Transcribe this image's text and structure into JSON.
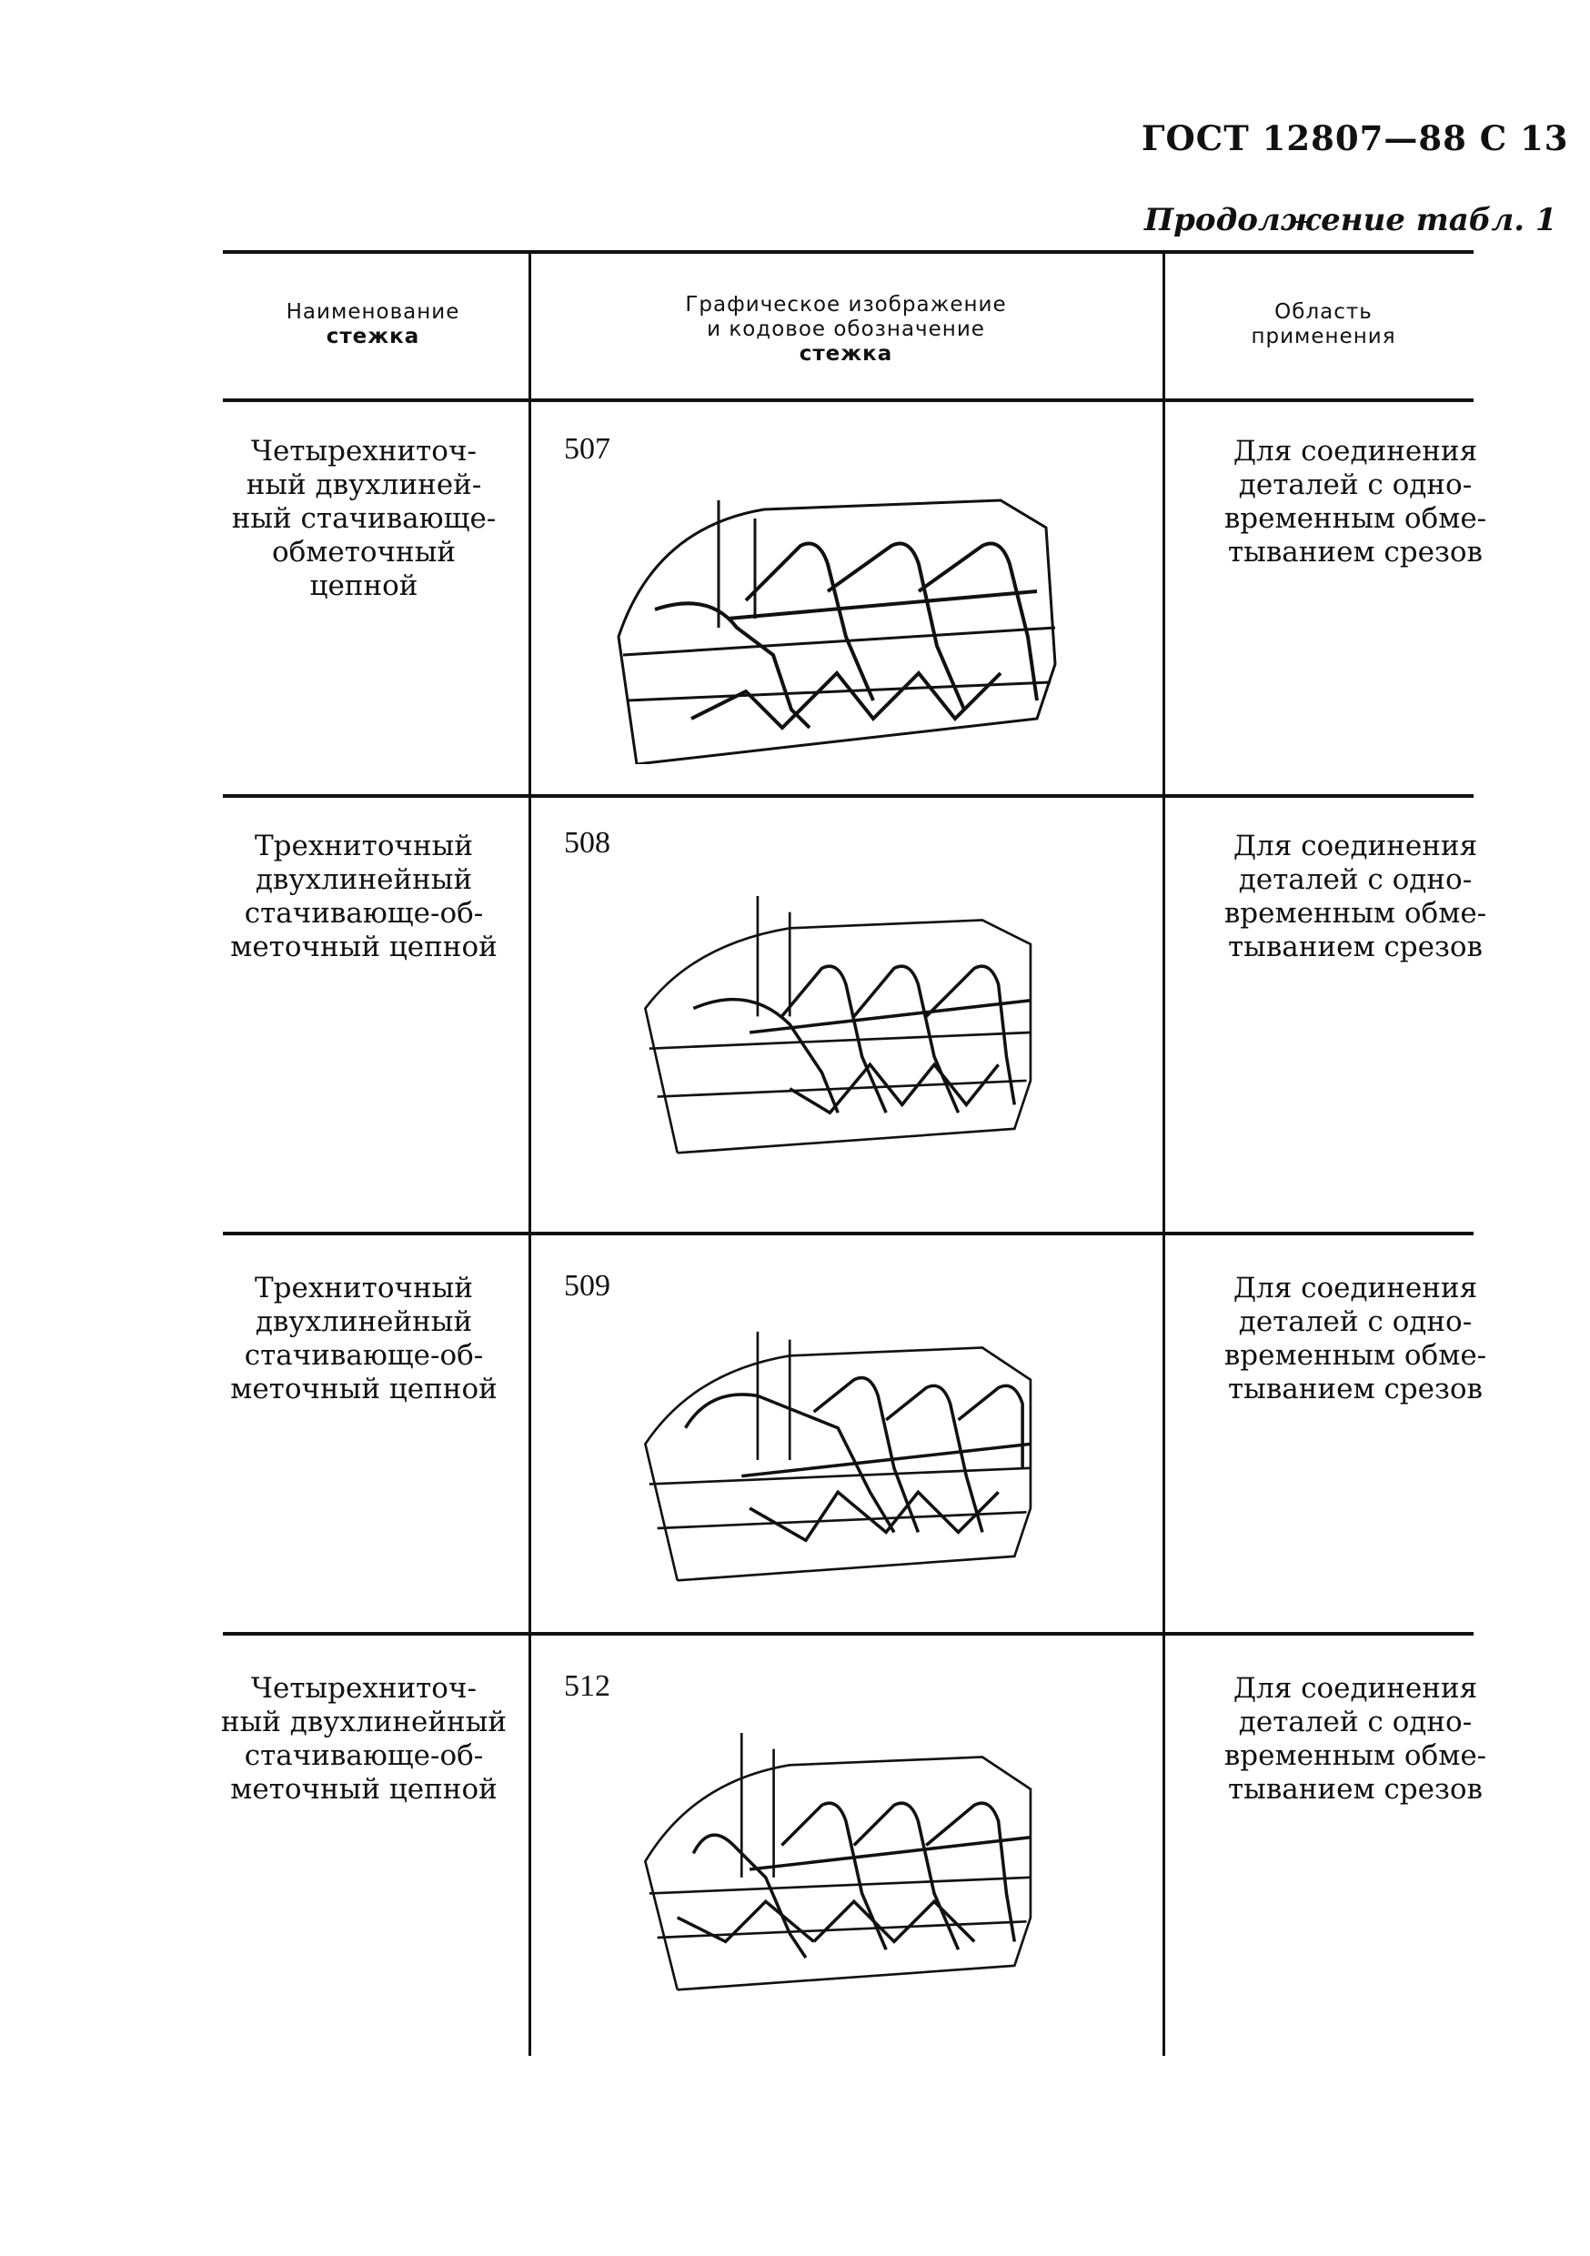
{
  "header": {
    "page_id": "ГОСТ 12807—88 С 13",
    "continuation": "Продолжение табл. 1"
  },
  "table": {
    "columns": {
      "name": [
        "Наименование",
        "стежка"
      ],
      "graphic": [
        "Графическое изображение",
        "и кодовое обозначение",
        "стежка"
      ],
      "usage": [
        "Область",
        "применения"
      ]
    },
    "rows": [
      {
        "code": "507",
        "name": [
          "Четырехниточ-",
          "ный двухлиней-",
          "ный стачивающе-",
          "обметочный",
          "цепной"
        ],
        "usage": [
          "Для соединения",
          "деталей с одно-",
          "временным обме-",
          "тыванием срезов"
        ]
      },
      {
        "code": "508",
        "name": [
          "Трехниточный",
          "двухлинейный",
          "стачивающе-об-",
          "меточный цепной"
        ],
        "usage": [
          "Для соединения",
          "деталей с одно-",
          "временным обме-",
          "тыванием срезов"
        ]
      },
      {
        "code": "509",
        "name": [
          "Трехниточный",
          "двухлинейный",
          "стачивающе-об-",
          "меточный цепной"
        ],
        "usage": [
          "Для соединения",
          "деталей с одно-",
          "временным обме-",
          "тыванием срезов"
        ]
      },
      {
        "code": "512",
        "name": [
          "Четырехниточ-",
          "ный двухлинейный",
          "стачивающе-об-",
          "меточный цепной"
        ],
        "usage": [
          "Для соединения",
          "деталей с одно-",
          "временным обме-",
          "тыванием срезов"
        ]
      }
    ]
  }
}
